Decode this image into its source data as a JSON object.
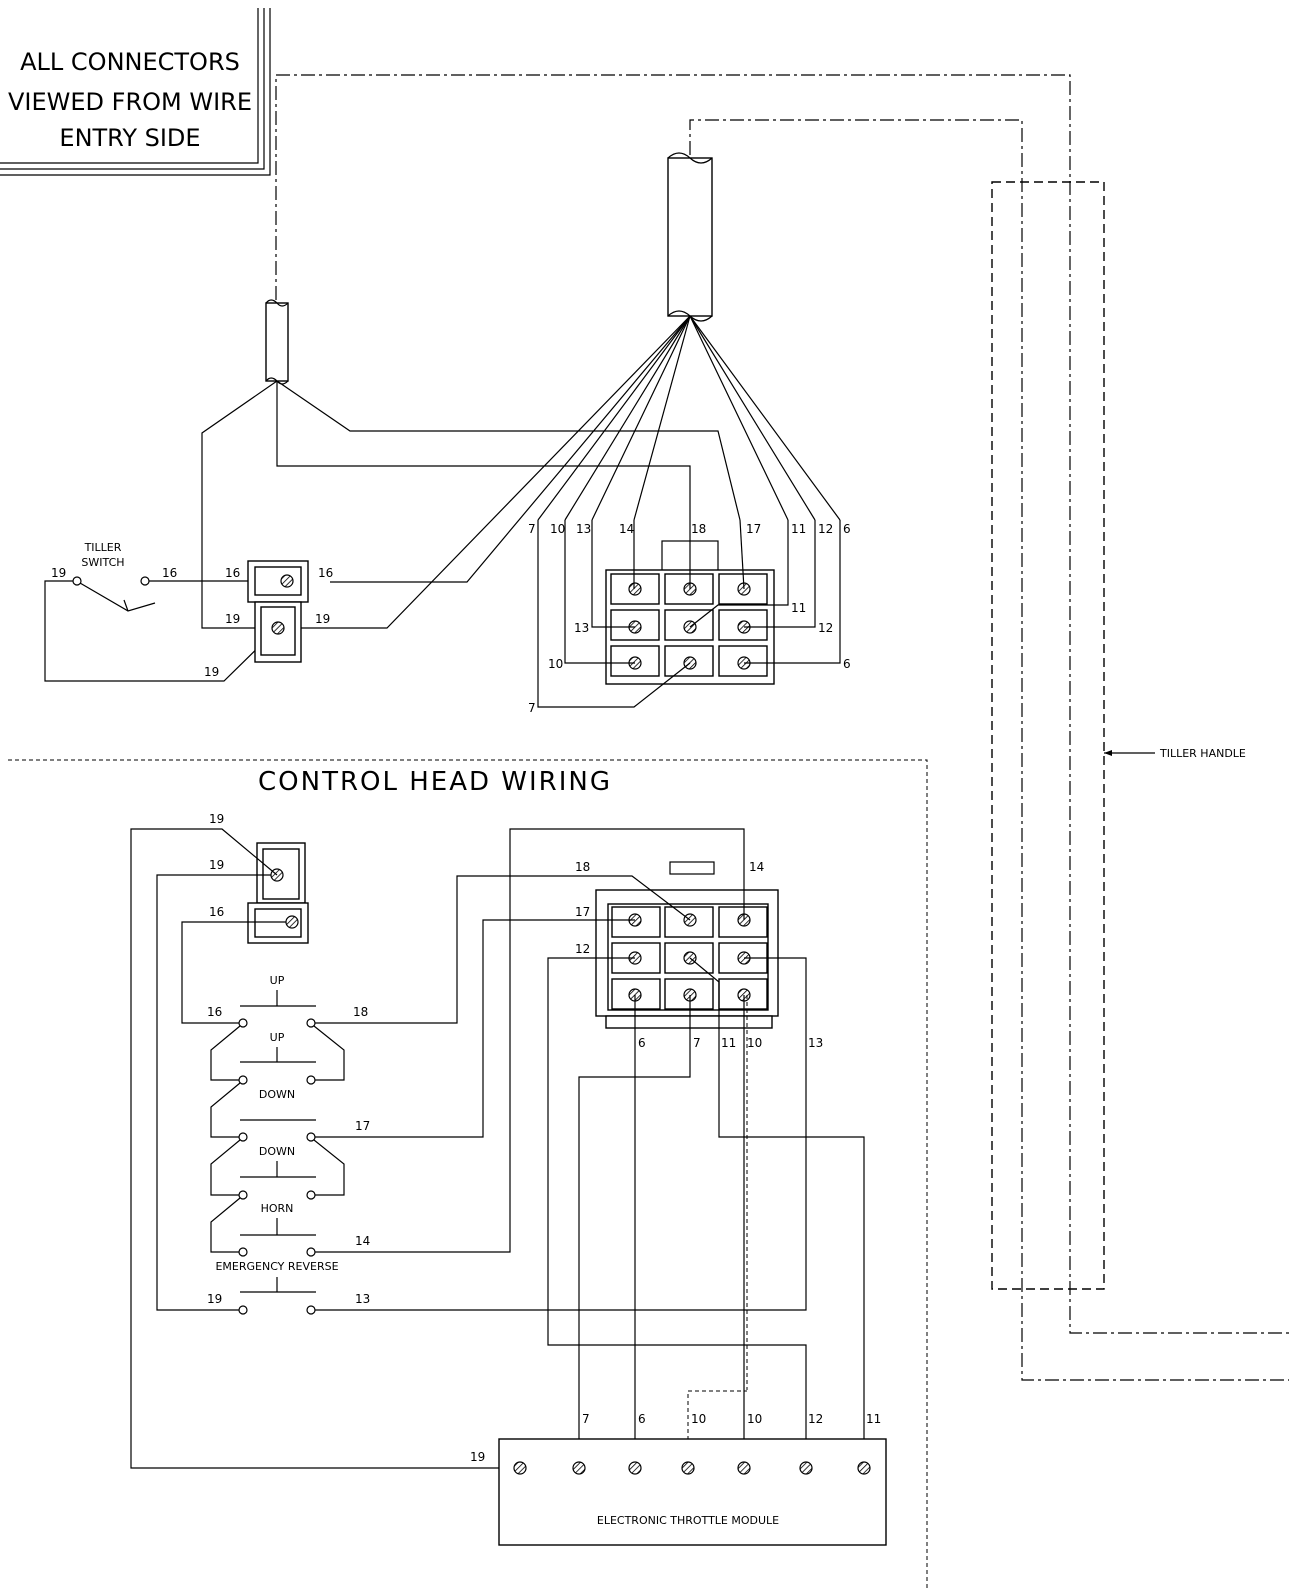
{
  "note": [
    "ALL CONNECTORS",
    "VIEWED FROM WIRE",
    "ENTRY SIDE"
  ],
  "section_title": "CONTROL HEAD WIRING",
  "tiller_handle_label": "TILLER HANDLE",
  "tiller_switch_label": [
    "TILLER",
    "SWITCH"
  ],
  "module_label": "ELECTRONIC THROTTLE MODULE",
  "switch_labels": {
    "up_a": "UP",
    "up_b": "UP",
    "down_a": "DOWN",
    "down_b": "DOWN",
    "horn": "HORN",
    "emergency_reverse": "EMERGENCY REVERSE"
  },
  "top_connector_wires": [
    "7",
    "10",
    "13",
    "14",
    "18",
    "17",
    "11",
    "12",
    "6"
  ],
  "top_connector_side": {
    "r11": "11",
    "l13": "13",
    "r12": "12",
    "l10": "10",
    "r6": "6",
    "b7": "7"
  },
  "tiller_wires": {
    "sw_left": "19",
    "sw_right": "16",
    "c16_left": "16",
    "c16_right": "16",
    "c19_left": "19",
    "c19_right": "19",
    "bottom19": "19"
  },
  "head_labels": {
    "w19a": "19",
    "w19b": "19",
    "w16": "16",
    "w18": "18",
    "w14": "14",
    "w17": "17",
    "w12": "12",
    "s16": "16",
    "s18": "18",
    "s17": "17",
    "s14": "14",
    "s19": "19",
    "s13": "13",
    "b6": "6",
    "b7": "7",
    "b11": "11",
    "b10": "10",
    "b13": "13"
  },
  "module_wires": [
    "7",
    "6",
    "10",
    "10",
    "12",
    "11"
  ],
  "module_19": "19"
}
